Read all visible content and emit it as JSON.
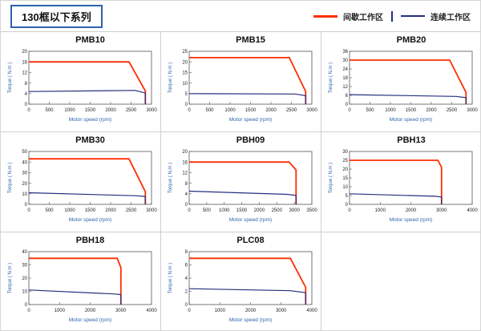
{
  "header": {
    "title": "130框以下系列"
  },
  "legend": {
    "intermittent": {
      "label": "间歇工作区",
      "color": "#fe2e00"
    },
    "continuous": {
      "label": "连续工作区",
      "color": "#252e7e"
    }
  },
  "chart_data": [
    {
      "type": "line",
      "title": "PMB10",
      "xlabel": "Motor speed (rpm)",
      "ylabel": "Torque ( N.m )",
      "xlim": [
        0,
        3000
      ],
      "ylim": [
        0,
        20
      ],
      "xticks": [
        0,
        500,
        1000,
        1500,
        2000,
        2500,
        3000
      ],
      "yticks": [
        0,
        4,
        8,
        12,
        16,
        20
      ],
      "grid": false,
      "legend_position": "none",
      "series": [
        {
          "name": "间歇工作区",
          "color": "#fe2e00",
          "points": [
            [
              0,
              16
            ],
            [
              2450,
              16
            ],
            [
              2850,
              5
            ],
            [
              2850,
              0
            ]
          ]
        },
        {
          "name": "连续工作区",
          "color": "#252e7e",
          "points": [
            [
              0,
              4.8
            ],
            [
              2600,
              5.2
            ],
            [
              2850,
              4.2
            ],
            [
              2850,
              0
            ]
          ]
        }
      ]
    },
    {
      "type": "line",
      "title": "PMB15",
      "xlabel": "Motor speed (rpm)",
      "ylabel": "Torque ( N.m )",
      "xlim": [
        0,
        3000
      ],
      "ylim": [
        0,
        25
      ],
      "xticks": [
        0,
        500,
        1000,
        1500,
        2000,
        2500,
        3000
      ],
      "yticks": [
        0,
        5,
        10,
        15,
        20,
        25
      ],
      "grid": false,
      "legend_position": "none",
      "series": [
        {
          "name": "间歇工作区",
          "color": "#fe2e00",
          "points": [
            [
              0,
              22
            ],
            [
              2450,
              22
            ],
            [
              2850,
              6
            ],
            [
              2850,
              0
            ]
          ]
        },
        {
          "name": "连续工作区",
          "color": "#252e7e",
          "points": [
            [
              0,
              5
            ],
            [
              2600,
              4.8
            ],
            [
              2850,
              4
            ],
            [
              2850,
              0
            ]
          ]
        }
      ]
    },
    {
      "type": "line",
      "title": "PMB20",
      "xlabel": "Motor speed (rpm)",
      "ylabel": "Torque ( N.m )",
      "xlim": [
        0,
        3000
      ],
      "ylim": [
        0,
        36
      ],
      "xticks": [
        0,
        500,
        1000,
        1500,
        2000,
        2500,
        3000
      ],
      "yticks": [
        0,
        6,
        12,
        18,
        24,
        30,
        36
      ],
      "grid": false,
      "legend_position": "none",
      "series": [
        {
          "name": "间歇工作区",
          "color": "#fe2e00",
          "points": [
            [
              0,
              30
            ],
            [
              2450,
              30
            ],
            [
              2850,
              8
            ],
            [
              2850,
              0
            ]
          ]
        },
        {
          "name": "连续工作区",
          "color": "#252e7e",
          "points": [
            [
              0,
              6.5
            ],
            [
              2600,
              5.3
            ],
            [
              2850,
              4.5
            ],
            [
              2850,
              0
            ]
          ]
        }
      ]
    },
    {
      "type": "line",
      "title": "PMB30",
      "xlabel": "Motor speed (rpm)",
      "ylabel": "Torque ( N.m )",
      "xlim": [
        0,
        3000
      ],
      "ylim": [
        0,
        50
      ],
      "xticks": [
        0,
        500,
        1000,
        1500,
        2000,
        2500,
        3000
      ],
      "yticks": [
        0,
        10,
        20,
        30,
        40,
        50
      ],
      "grid": false,
      "legend_position": "none",
      "series": [
        {
          "name": "间歇工作区",
          "color": "#fe2e00",
          "points": [
            [
              0,
              43
            ],
            [
              2450,
              43
            ],
            [
              2850,
              12
            ],
            [
              2850,
              0
            ]
          ]
        },
        {
          "name": "连续工作区",
          "color": "#252e7e",
          "points": [
            [
              0,
              11
            ],
            [
              2600,
              8.2
            ],
            [
              2850,
              7.5
            ],
            [
              2850,
              0
            ]
          ]
        }
      ]
    },
    {
      "type": "line",
      "title": "PBH09",
      "xlabel": "Motor speed (rpm)",
      "ylabel": "Torque ( N.m )",
      "xlim": [
        0,
        3500
      ],
      "ylim": [
        0,
        20
      ],
      "xticks": [
        0,
        500,
        1000,
        1500,
        2000,
        2500,
        3000,
        3500
      ],
      "yticks": [
        0,
        4,
        8,
        12,
        16,
        20
      ],
      "grid": false,
      "legend_position": "none",
      "series": [
        {
          "name": "间歇工作区",
          "color": "#fe2e00",
          "points": [
            [
              0,
              16
            ],
            [
              2850,
              16
            ],
            [
              3050,
              13
            ],
            [
              3050,
              0
            ]
          ]
        },
        {
          "name": "连续工作区",
          "color": "#252e7e",
          "points": [
            [
              0,
              5
            ],
            [
              2800,
              3.8
            ],
            [
              3050,
              3.4
            ],
            [
              3050,
              0
            ]
          ]
        }
      ]
    },
    {
      "type": "line",
      "title": "PBH13",
      "xlabel": "Motor speed (rpm)",
      "ylabel": "Torque ( N.m )",
      "xlim": [
        0,
        4000
      ],
      "ylim": [
        0,
        30
      ],
      "xticks": [
        0,
        1000,
        2000,
        3000,
        4000
      ],
      "yticks": [
        0,
        5,
        10,
        15,
        20,
        25,
        30
      ],
      "grid": false,
      "legend_position": "none",
      "series": [
        {
          "name": "间歇工作区",
          "color": "#fe2e00",
          "points": [
            [
              0,
              25
            ],
            [
              2880,
              25
            ],
            [
              3000,
              21
            ],
            [
              3000,
              0
            ]
          ]
        },
        {
          "name": "连续工作区",
          "color": "#252e7e",
          "points": [
            [
              0,
              6
            ],
            [
              2800,
              4.6
            ],
            [
              3000,
              4.2
            ],
            [
              3000,
              0
            ]
          ]
        }
      ]
    },
    {
      "type": "line",
      "title": "PBH18",
      "xlabel": "Motor speed (rpm)",
      "ylabel": "Torque ( N.m )",
      "xlim": [
        0,
        4000
      ],
      "ylim": [
        0,
        40
      ],
      "xticks": [
        0,
        1000,
        2000,
        3000,
        4000
      ],
      "yticks": [
        0,
        10,
        20,
        30,
        40
      ],
      "grid": false,
      "legend_position": "none",
      "series": [
        {
          "name": "间歇工作区",
          "color": "#fe2e00",
          "points": [
            [
              0,
              35
            ],
            [
              2880,
              35
            ],
            [
              3000,
              28
            ],
            [
              3000,
              0
            ]
          ]
        },
        {
          "name": "连续工作区",
          "color": "#252e7e",
          "points": [
            [
              0,
              11
            ],
            [
              2800,
              8
            ],
            [
              3000,
              7.5
            ],
            [
              3000,
              0
            ]
          ]
        }
      ]
    },
    {
      "type": "line",
      "title": "PLC08",
      "xlabel": "Motor speed (rpm)",
      "ylabel": "Torque ( N.m )",
      "xlim": [
        0,
        4000
      ],
      "ylim": [
        0,
        8
      ],
      "xticks": [
        0,
        1000,
        2000,
        3000,
        4000
      ],
      "yticks": [
        0,
        2,
        4,
        6,
        8
      ],
      "grid": false,
      "legend_position": "none",
      "series": [
        {
          "name": "间歇工作区",
          "color": "#fe2e00",
          "points": [
            [
              0,
              7
            ],
            [
              3300,
              7
            ],
            [
              3800,
              2.6
            ],
            [
              3800,
              0
            ]
          ]
        },
        {
          "name": "连续工作区",
          "color": "#252e7e",
          "points": [
            [
              0,
              2.4
            ],
            [
              3300,
              2.1
            ],
            [
              3800,
              1.8
            ],
            [
              3800,
              0
            ]
          ]
        }
      ]
    }
  ]
}
